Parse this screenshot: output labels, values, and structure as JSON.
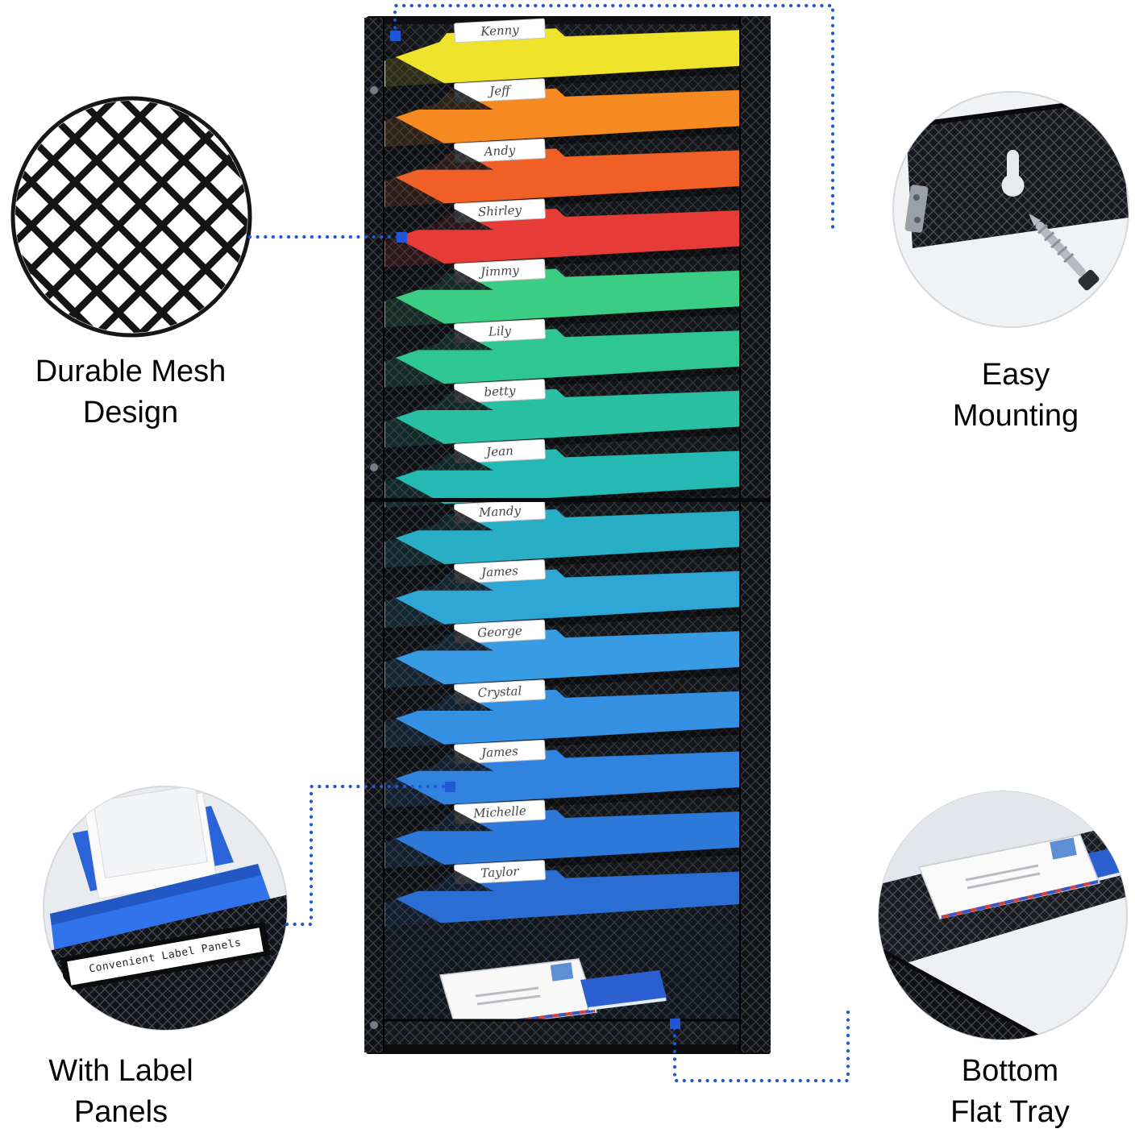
{
  "features": {
    "durable_mesh": {
      "line1": "Durable Mesh",
      "line2": "Design"
    },
    "easy_mounting": {
      "line1": "Easy",
      "line2": "Mounting"
    },
    "label_panels": {
      "line1": "With Label",
      "line2": "Panels"
    },
    "bottom_tray": {
      "line1": "Bottom",
      "line2": "Flat Tray"
    }
  },
  "label_panel_text": "Convenient Label Panels",
  "folders": [
    {
      "name": "Kenny",
      "color": "#efe32b"
    },
    {
      "name": "Jeff",
      "color": "#f68a21"
    },
    {
      "name": "Andy",
      "color": "#f05f25"
    },
    {
      "name": "Shirley",
      "color": "#e73b37"
    },
    {
      "name": "Jimmy",
      "color": "#3ccd85"
    },
    {
      "name": "Lily",
      "color": "#2ec693"
    },
    {
      "name": "betty",
      "color": "#28bfa3"
    },
    {
      "name": "Jean",
      "color": "#24b9b3"
    },
    {
      "name": "Mandy",
      "color": "#28afc6"
    },
    {
      "name": "James",
      "color": "#2ea6d6"
    },
    {
      "name": "George",
      "color": "#389ce4"
    },
    {
      "name": "Crystal",
      "color": "#3390e2"
    },
    {
      "name": "James",
      "color": "#3083de"
    },
    {
      "name": "Michelle",
      "color": "#2c79d9"
    },
    {
      "name": "Taylor",
      "color": "#2a6ed3"
    }
  ],
  "colors": {
    "accent_blue": "#2156d6",
    "frame_black": "#14161a"
  }
}
